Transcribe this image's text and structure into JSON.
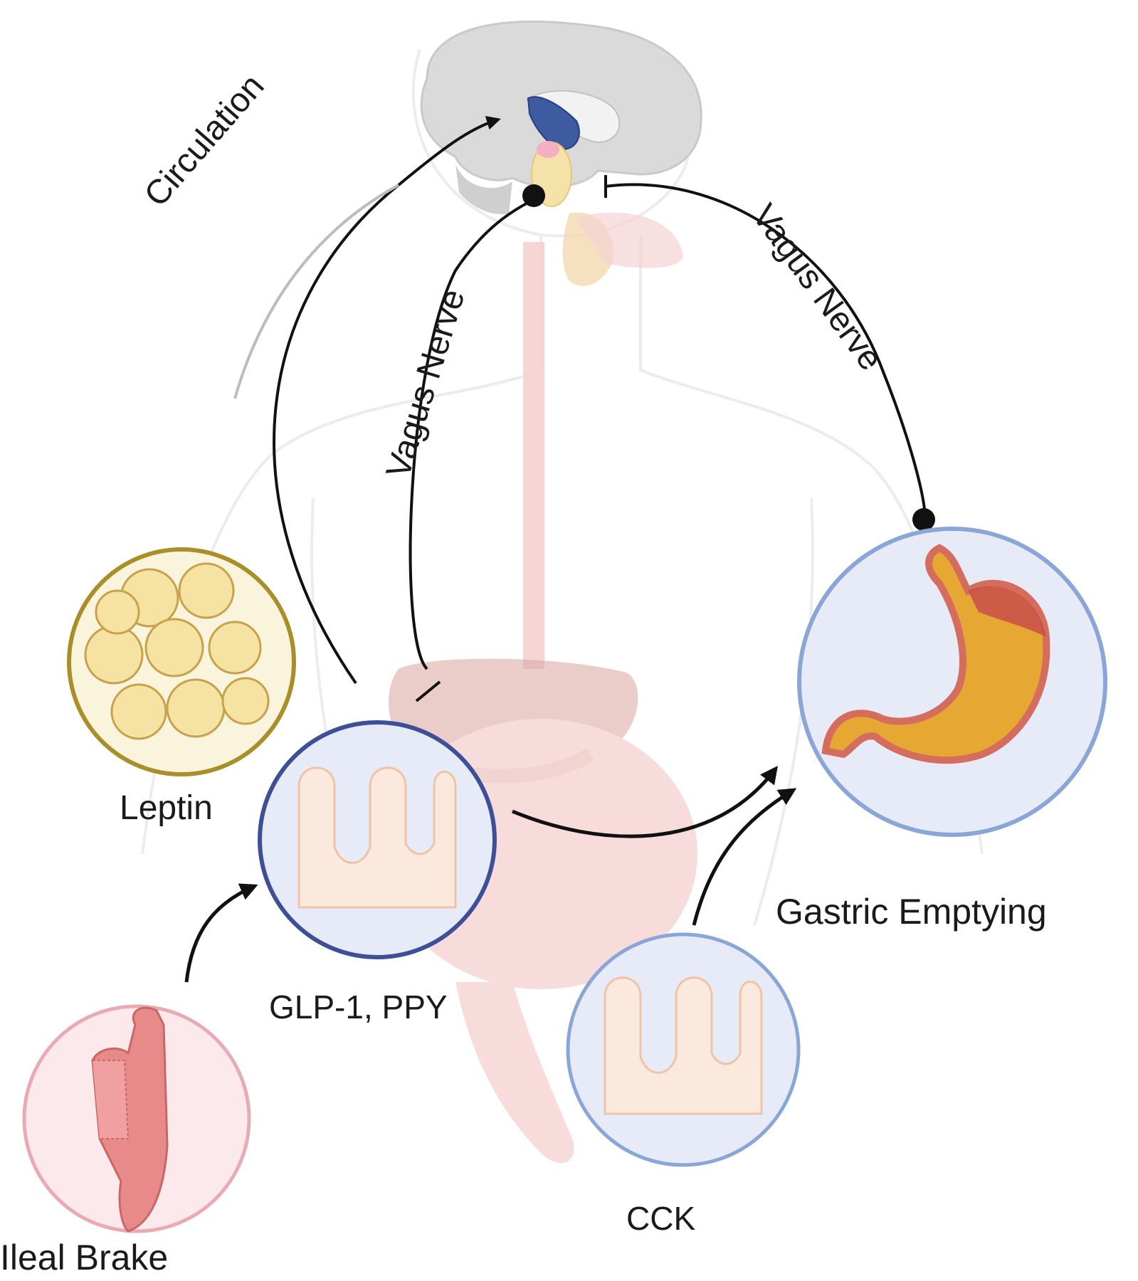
{
  "labels": {
    "circulation": "Circulation",
    "vagus_left": "Vagus Nerve",
    "vagus_right": "Vagus Nerve",
    "leptin": "Leptin",
    "glp1_ppy": "GLP-1, PPY",
    "gastric_emptying": "Gastric Emptying",
    "cck": "CCK",
    "ileal_brake": "Ileal Brake"
  },
  "colors": {
    "arrow": "#111111",
    "leptin_circle": "#a88f2a",
    "glp1_circle": "#3e4f96",
    "cck_circle": "#8aa6d6",
    "stomach_circle": "#8aa6d6",
    "ileal_circle": "#e9aab3",
    "brain": "#d7d7d7",
    "body_outline": "#e8e8e8"
  }
}
